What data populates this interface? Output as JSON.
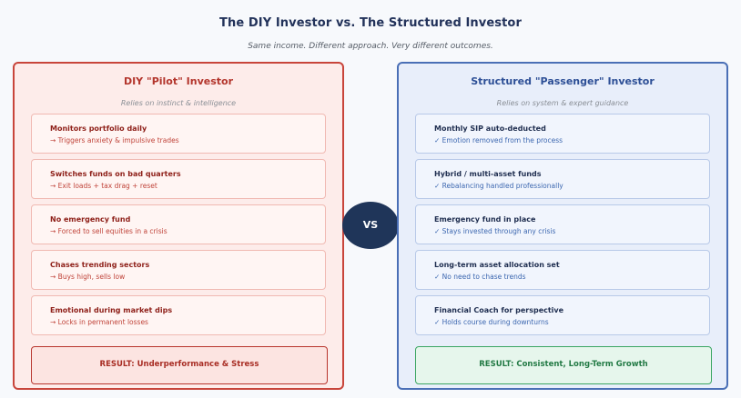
{
  "title": "The DIY Investor vs. The Structured Investor",
  "subtitle": "Same income. Different approach. Very different outcomes.",
  "vs_label": "VS",
  "left": {
    "title": "DIY \"Pilot\" Investor",
    "subtitle": "Relies on instinct & intelligence",
    "items": [
      {
        "title": "Monitors portfolio daily",
        "desc": "→ Triggers anxiety & impulsive trades"
      },
      {
        "title": "Switches funds on bad quarters",
        "desc": "→ Exit loads + tax drag + reset"
      },
      {
        "title": "No emergency fund",
        "desc": "→ Forced to sell equities in a crisis"
      },
      {
        "title": "Chases trending sectors",
        "desc": "→ Buys high, sells low"
      },
      {
        "title": "Emotional during market dips",
        "desc": "→ Locks in permanent losses"
      }
    ],
    "result": "RESULT: Underperformance & Stress"
  },
  "right": {
    "title": "Structured \"Passenger\" Investor",
    "subtitle": "Relies on system & expert guidance",
    "items": [
      {
        "title": "Monthly SIP auto-deducted",
        "desc": "✓ Emotion removed from the process"
      },
      {
        "title": "Hybrid / multi-asset funds",
        "desc": "✓ Rebalancing handled professionally"
      },
      {
        "title": "Emergency fund in place",
        "desc": "✓ Stays invested through any crisis"
      },
      {
        "title": "Long-term asset allocation set",
        "desc": "✓ No need to chase trends"
      },
      {
        "title": "Financial Coach for perspective",
        "desc": "✓ Holds course during downturns"
      }
    ],
    "result": "RESULT: Consistent, Long-Term Growth"
  },
  "colors": {
    "diy_accent": "#c8453b",
    "structured_accent": "#4a6fb6",
    "vs_circle": "#1f3559",
    "positive_result": "#3aa562"
  }
}
